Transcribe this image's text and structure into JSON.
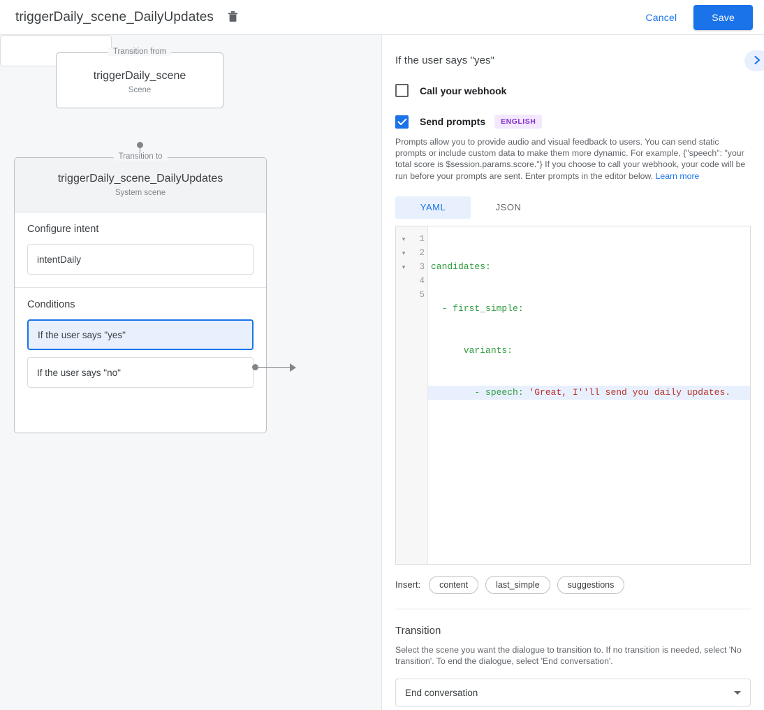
{
  "topbar": {
    "title": "triggerDaily_scene_DailyUpdates",
    "delete_icon": "trash-icon",
    "cancel_label": "Cancel",
    "save_label": "Save",
    "accent_color": "#1a73e8"
  },
  "canvas": {
    "from_node": {
      "legend": "Transition from",
      "title": "triggerDaily_scene",
      "subtitle": "Scene"
    },
    "to_node": {
      "legend": "Transition to",
      "title": "triggerDaily_scene_DailyUpdates",
      "subtitle": "System scene"
    },
    "intent_section": {
      "label": "Configure intent",
      "value": "intentDaily"
    },
    "conditions_section": {
      "label": "Conditions",
      "items": [
        {
          "label": "If the user says \"yes\"",
          "selected": true
        },
        {
          "label": "If the user says \"no\"",
          "selected": false
        }
      ]
    },
    "target_node": {
      "label": ""
    }
  },
  "panel": {
    "title": "If the user says \"yes\"",
    "expand_icon": "chevron-right-icon",
    "webhook": {
      "label": "Call your webhook",
      "checked": false
    },
    "prompts": {
      "label": "Send prompts",
      "checked": true,
      "badge": "ENGLISH",
      "badge_bg": "#f3e8fd",
      "badge_color": "#8430ce",
      "help_text": "Prompts allow you to provide audio and visual feedback to users. You can send static prompts or include custom data to make them more dynamic. For example, {\"speech\": \"your total score is $session.params.score.\"} If you choose to call your webhook, your code will be run before your prompts are sent. Enter prompts in the editor below. ",
      "help_link": "Learn more"
    },
    "editor": {
      "tabs": [
        {
          "label": "YAML",
          "active": true
        },
        {
          "label": "JSON",
          "active": false
        }
      ],
      "line_numbers": [
        "1",
        "2",
        "3",
        "4",
        "5"
      ],
      "fold_markers": [
        "▾",
        "▾",
        "▾",
        "",
        ""
      ],
      "highlighted_line": 4,
      "lines": [
        {
          "n": 1,
          "key": "candidates:",
          "str": ""
        },
        {
          "n": 2,
          "key": "  - first_simple:",
          "str": ""
        },
        {
          "n": 3,
          "key": "      variants:",
          "str": ""
        },
        {
          "n": 4,
          "key": "        - speech: ",
          "str": "'Great, I''ll send you daily updates."
        },
        {
          "n": 5,
          "key": "",
          "str": ""
        }
      ]
    },
    "insert": {
      "label": "Insert:",
      "chips": [
        "content",
        "last_simple",
        "suggestions"
      ]
    },
    "transition": {
      "title": "Transition",
      "help_text": "Select the scene you want the dialogue to transition to. If no transition is needed, select 'No transition'. To end the dialogue, select 'End conversation'.",
      "selected": "End conversation"
    }
  }
}
